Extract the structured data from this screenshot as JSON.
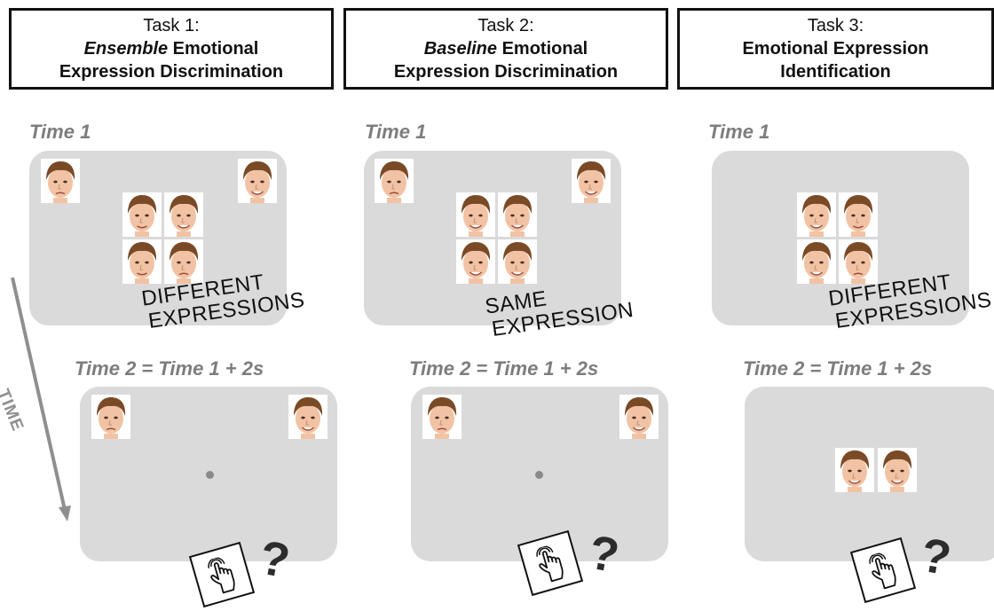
{
  "tasks": [
    {
      "header_line1": "Task 1:",
      "header_em": "Ensemble",
      "header_line2_rest": " Emotional",
      "header_line3": "Expression Discrimination",
      "time1_label": "Time 1",
      "time2_label": "Time 2 = Time 1 + 2s",
      "caption_line1": "DIFFERENT",
      "caption_line2": "EXPRESSIONS"
    },
    {
      "header_line1": "Task 2:",
      "header_em": "Baseline",
      "header_line2_rest": " Emotional",
      "header_line3": "Expression Discrimination",
      "time1_label": "Time 1",
      "time2_label": "Time 2 = Time 1 + 2s",
      "caption_line1": "SAME",
      "caption_line2": "EXPRESSION"
    },
    {
      "header_line1": "Task 3:",
      "header_em": "",
      "header_line2_rest": "Emotional Expression",
      "header_line3": "Identification",
      "time1_label": "Time 1",
      "time2_label": "Time 2 = Time 1 + 2s",
      "caption_line1": "DIFFERENT",
      "caption_line2": "EXPRESSIONS"
    }
  ],
  "axis": {
    "label": "TIME"
  },
  "response": {
    "question_mark": "?",
    "icon": "hand-pointer-icon"
  },
  "colors": {
    "screen": "#dadada",
    "label_gray": "#7d7d7d",
    "skin": "#f1c3a4",
    "hair": "#7a4a26"
  }
}
